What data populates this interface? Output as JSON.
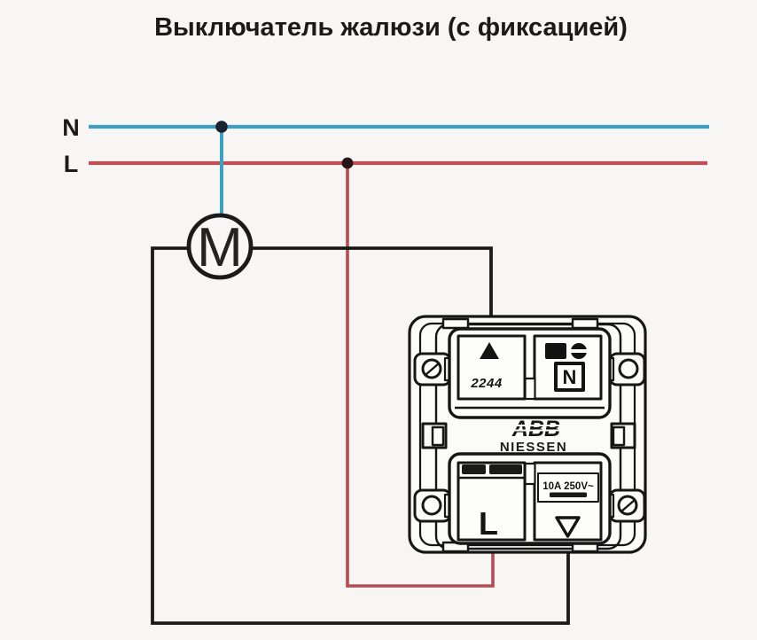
{
  "title": "Выключатель жалюзи (с фиксацией)",
  "colors": {
    "background": "#f7f6f4",
    "neutral_line": "#3d9fc2",
    "phase_line": "#bc5156",
    "phase_wire": "#b44c52",
    "black_wire": "#1b1b1b",
    "junction_neutral": "#1c2130",
    "junction_phase": "#2a1416",
    "device_ink": "#161616"
  },
  "power": {
    "neutral_label": "N",
    "phase_label": "L"
  },
  "motor": {
    "label": "M"
  },
  "switch": {
    "brand": "ABB",
    "series": "NIESSEN",
    "model": "2244",
    "logo_letter": "N",
    "rating": "10A 250V~",
    "terminal_label": "L",
    "icons": {
      "up_key": "filled-triangle-up-icon",
      "down_key": "outline-triangle-down-icon",
      "terminal_screw": "slotted-screw-icon",
      "mounting_screws": "screw-hole-icon"
    }
  }
}
